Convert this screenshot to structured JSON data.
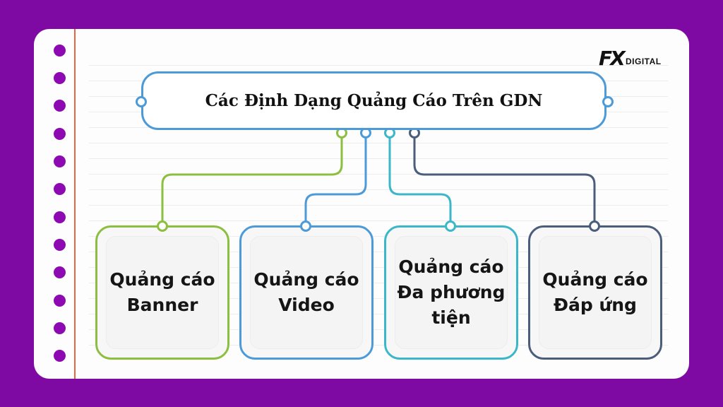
{
  "title": "Các Định Dạng Quảng Cáo Trên GDN",
  "logo": {
    "mark": "FX",
    "text": "DIGITAL"
  },
  "cards": [
    {
      "label": "Quảng cáo Banner",
      "color": "#8cbf3f"
    },
    {
      "label": "Quảng cáo Video",
      "color": "#4c9bd8"
    },
    {
      "label": "Quảng cáo Đa phương tiện",
      "color": "#3bb7c9"
    },
    {
      "label": "Quảng cáo Đáp ứng",
      "color": "#4a5d7a"
    }
  ],
  "colors": {
    "background": "#7e0aa3",
    "paper": "#fdfdfd",
    "binder_dots": "#8d0ab2",
    "margin_line": "#e8643c",
    "title_border": "#4c9bd8"
  }
}
